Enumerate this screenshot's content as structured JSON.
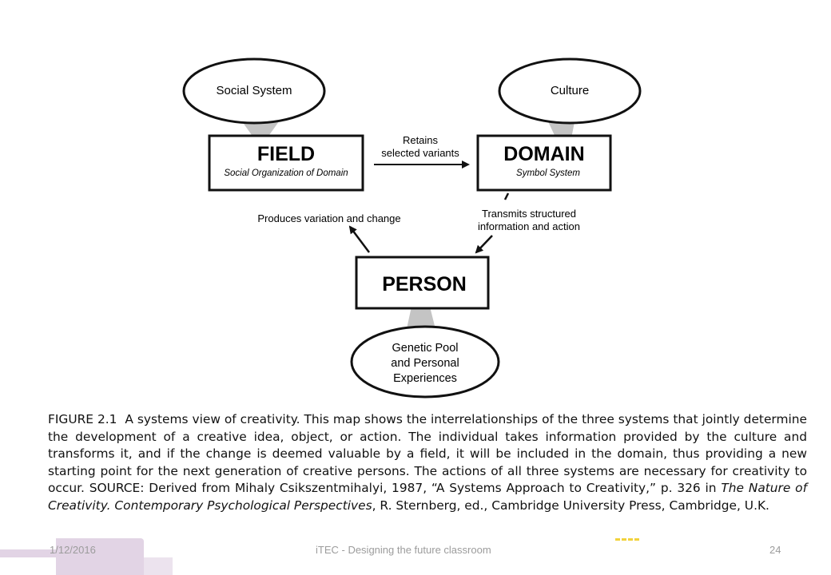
{
  "diagram": {
    "nodes": {
      "social_system": {
        "label": "Social System"
      },
      "culture": {
        "label": "Culture"
      },
      "field": {
        "title": "FIELD",
        "subtitle": "Social Organization of Domain"
      },
      "domain": {
        "title": "DOMAIN",
        "subtitle": "Symbol System"
      },
      "person": {
        "title": "PERSON"
      },
      "genetic_pool": {
        "lines": [
          "Genetic Pool",
          "and Personal",
          "Experiences"
        ]
      }
    },
    "edges": {
      "field_to_domain": {
        "lines": [
          "Retains",
          "selected variants"
        ]
      },
      "person_to_field": {
        "label": "Produces variation and change"
      },
      "domain_to_person": {
        "lines": [
          "Transmits structured",
          "information and action"
        ]
      }
    }
  },
  "caption": {
    "lead": "FIGURE 2.1",
    "body": "A systems view of creativity. This map shows the interrelationships of the three systems that jointly determine the development of a creative idea, object, or action. The individual takes information provided by the culture and transforms it, and if the change is deemed valuable by a field, it will be included in the domain, thus providing a new starting point for the next generation of creative persons. The actions of all three systems are necessary for creativity to occur. SOURCE: Derived from Mihaly Csikszentmihalyi, 1987, “A Systems Approach to Creativity,” p. 326 in ",
    "book_title": "The Nature of Creativity. Contemporary Psychological Perspectives",
    "tail": ", R. Sternberg, ed., Cambridge University Press, Cambridge, U.K."
  },
  "footer": {
    "date": "1/12/2016",
    "title": "iTEC - Designing the future classroom",
    "page": "24"
  },
  "colors": {
    "connector_gray": "#c4c4c4",
    "accent_purple": "#e2d4e5",
    "accent_yellow": "#f2d23c",
    "footer_text": "#9c9c9c"
  }
}
